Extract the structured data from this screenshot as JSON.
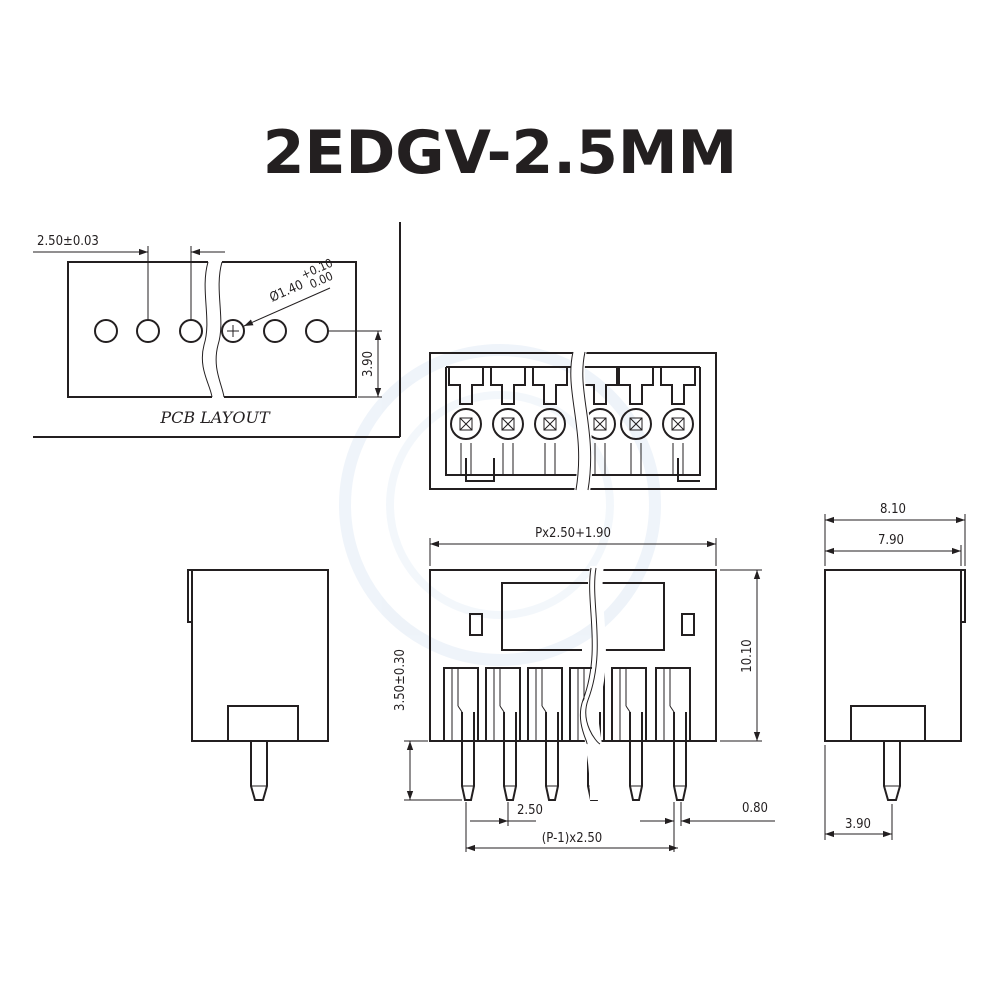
{
  "title": "2EDGV-2.5MM",
  "pcb_layout": {
    "caption": "PCB LAYOUT",
    "pitch_dim": "2.50±0.03",
    "hole_dim_base": "Ø1.40",
    "hole_tol_upper": "+0.10",
    "hole_tol_lower": "0.00",
    "row_offset_dim": "3.90"
  },
  "front_view": {
    "overall_width_dim": "Px2.50+1.90",
    "height_dim": "10.10",
    "pin_length_dim": "3.50±0.30",
    "pitch_dim": "2.50",
    "pin_width_dim": "0.80",
    "span_dim": "(P-1)x2.50"
  },
  "side_view": {
    "outer_depth_dim": "8.10",
    "inner_depth_dim": "7.90",
    "pin_offset_dim": "3.90"
  },
  "colors": {
    "line": "#231f20",
    "watermark": "#dfe9f5"
  }
}
